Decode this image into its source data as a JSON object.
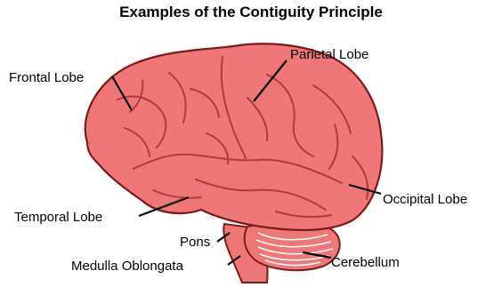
{
  "title": "Examples of the Contiguity Principle",
  "colors": {
    "brain_fill": "#f07777",
    "brain_stroke": "#7a1a1a",
    "sulcus": "#b53a3a",
    "label": "#000000"
  },
  "labels": {
    "frontal": "Frontal Lobe",
    "parietal": "Parietal Lobe",
    "occipital": "Occipital Lobe",
    "temporal": "Temporal Lobe",
    "pons": "Pons",
    "medulla": "Medulla Oblongata",
    "cerebellum": "Cerebellum"
  }
}
